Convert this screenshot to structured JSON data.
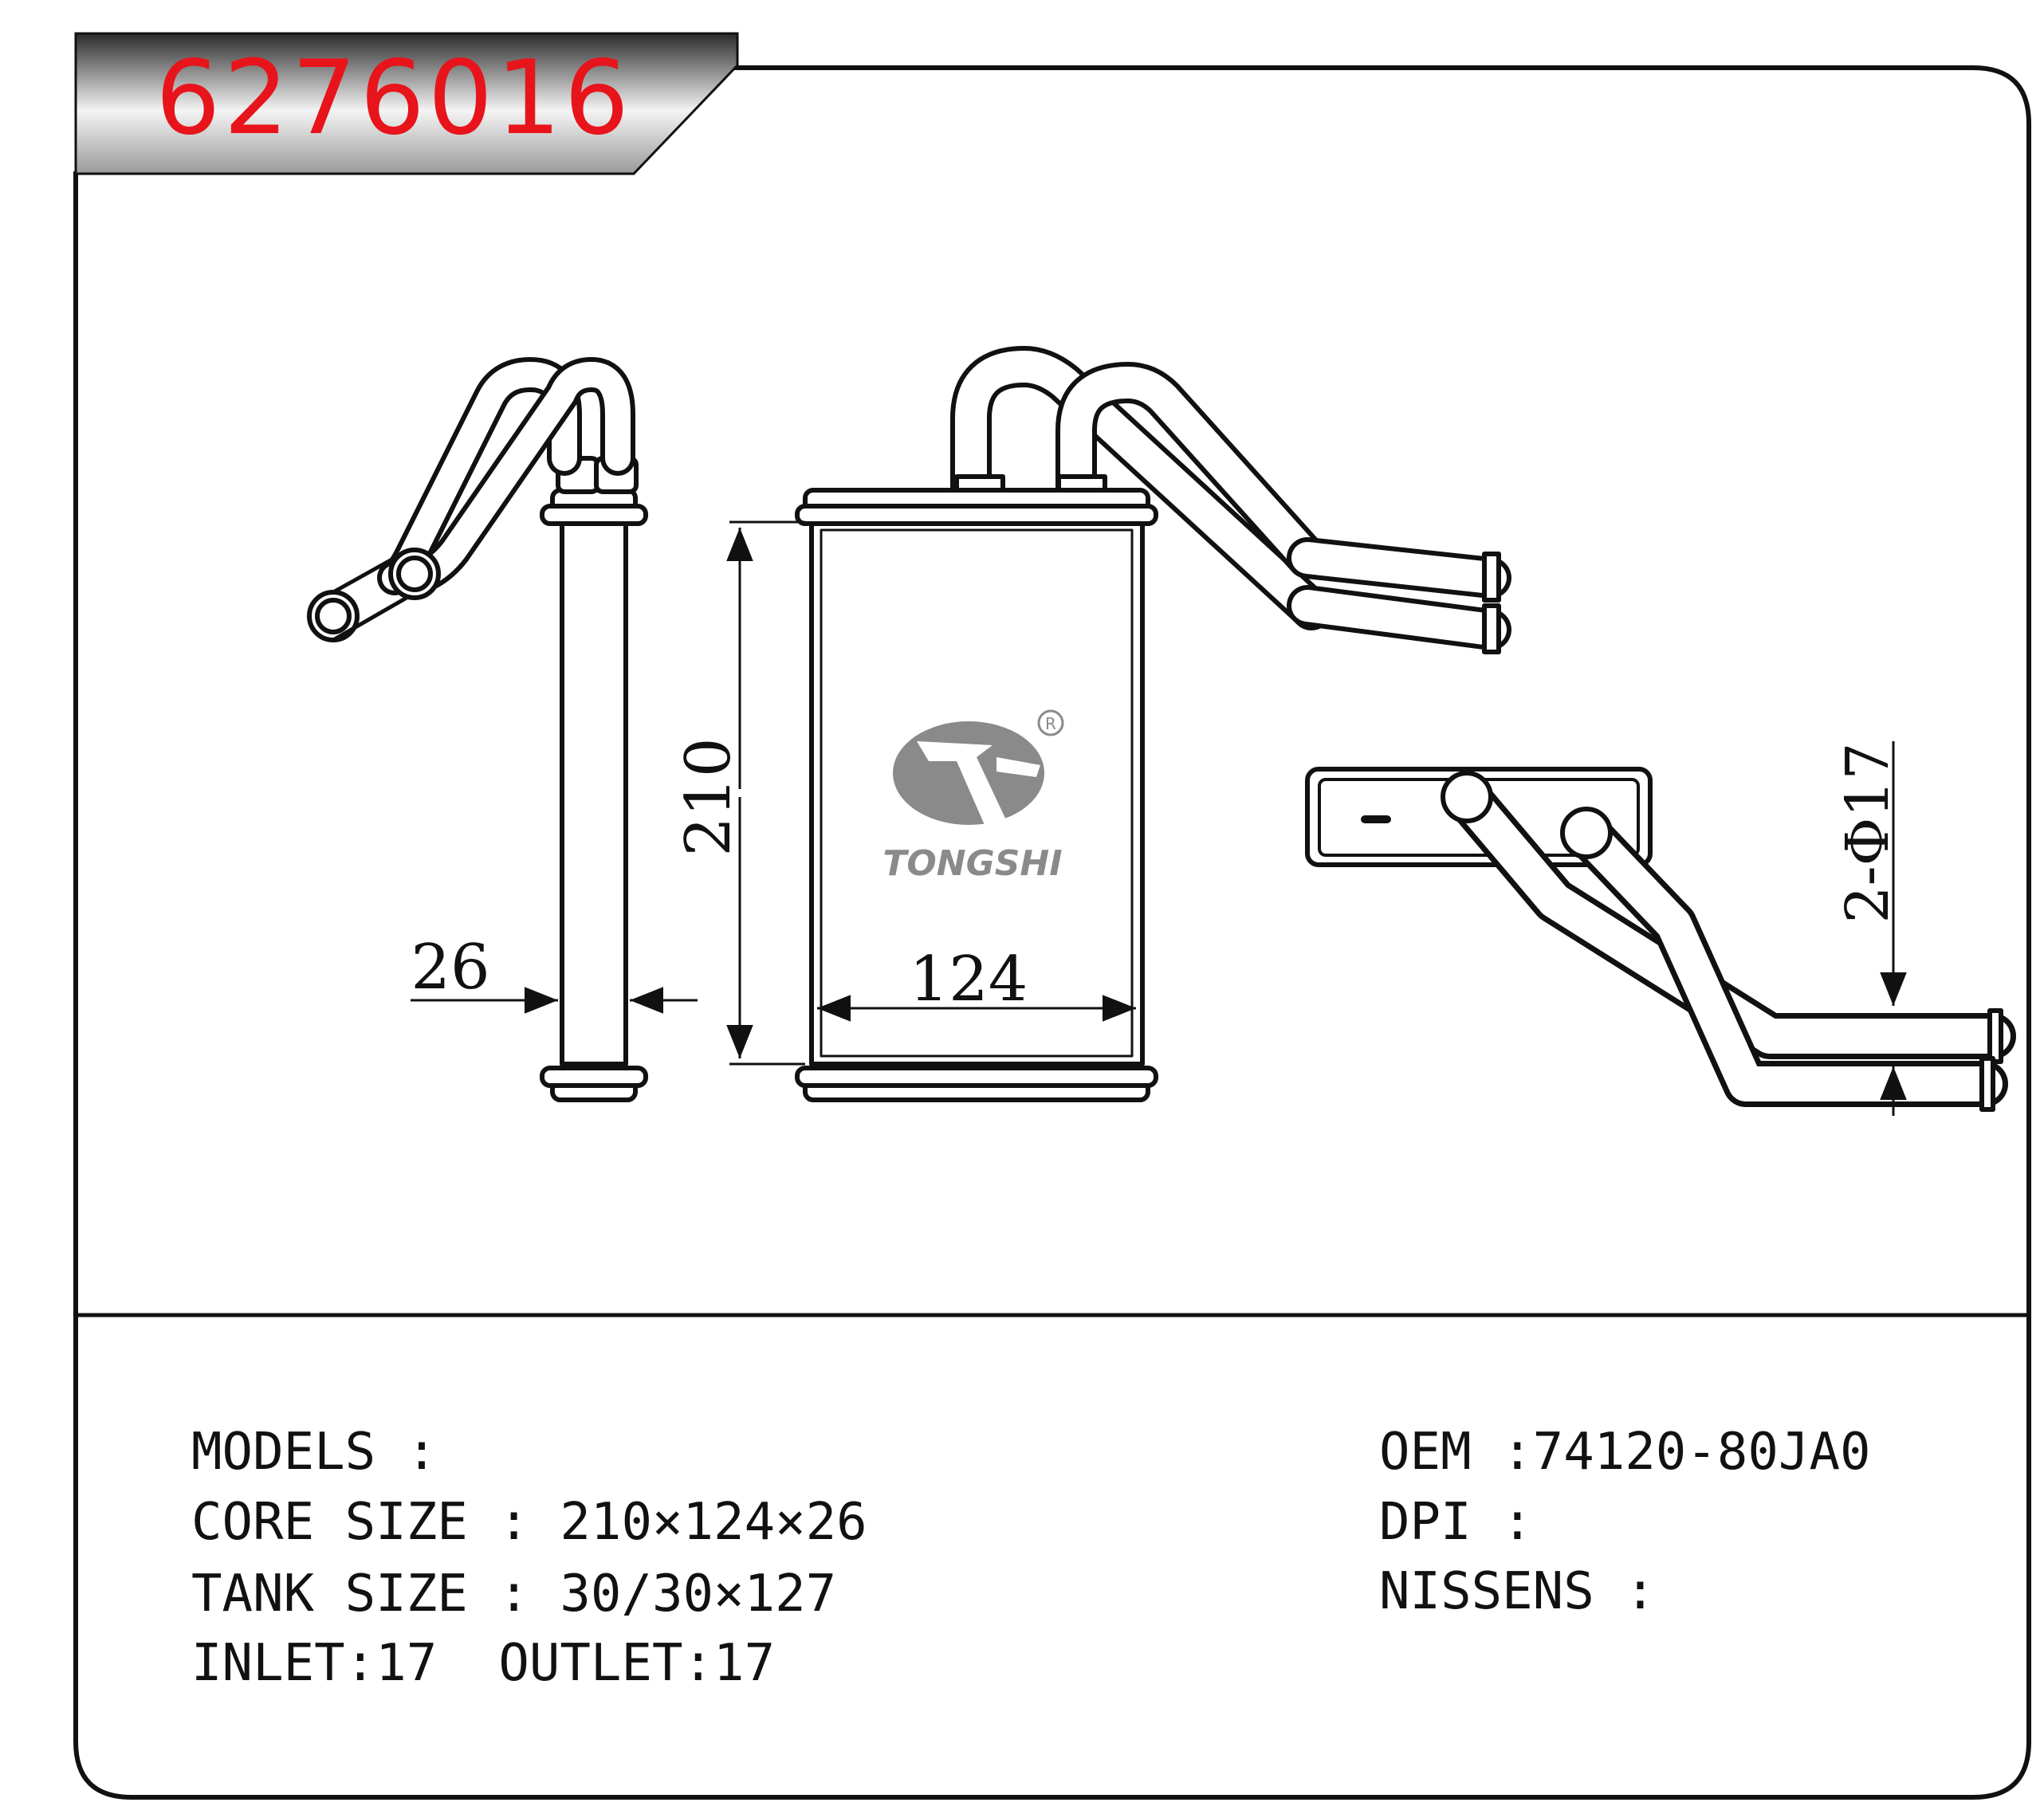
{
  "part_number": "6276016",
  "colors": {
    "part_number": "#e8141b",
    "logo": "#8a8a8a",
    "line": "#111111"
  },
  "drawing": {
    "dimensions": {
      "height": "210",
      "width": "124",
      "thickness": "26",
      "pipe": "2-Φ17"
    },
    "logo": {
      "text": "TONGSHI",
      "mark": "®"
    }
  },
  "specs": {
    "models": "MODELS :",
    "core_size": "CORE SIZE : 210×124×26",
    "tank_size": "TANK SIZE : 30/30×127",
    "inlet_outlet": "INLET:17  OUTLET:17",
    "oem": "OEM :74120-80JA0",
    "dpi": "DPI :",
    "nissens": "NISSENS :"
  }
}
